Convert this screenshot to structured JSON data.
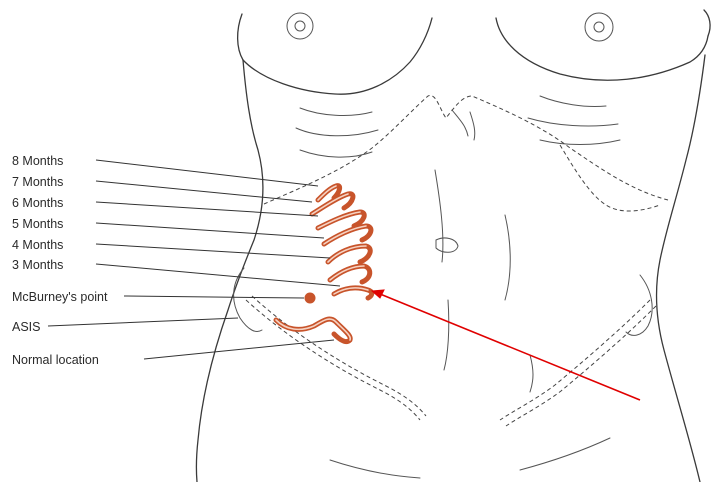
{
  "colors": {
    "appendix": "#c8542b",
    "arrow": "#e00000",
    "outline": "#3a3a3a"
  },
  "labels": {
    "m8": "8 Months",
    "m7": "7 Months",
    "m6": "6 Months",
    "m5": "5 Months",
    "m4": "4 Months",
    "m3": "3 Months",
    "mcburney": "McBurney's point",
    "asis": "ASIS",
    "normal": "Normal location"
  }
}
